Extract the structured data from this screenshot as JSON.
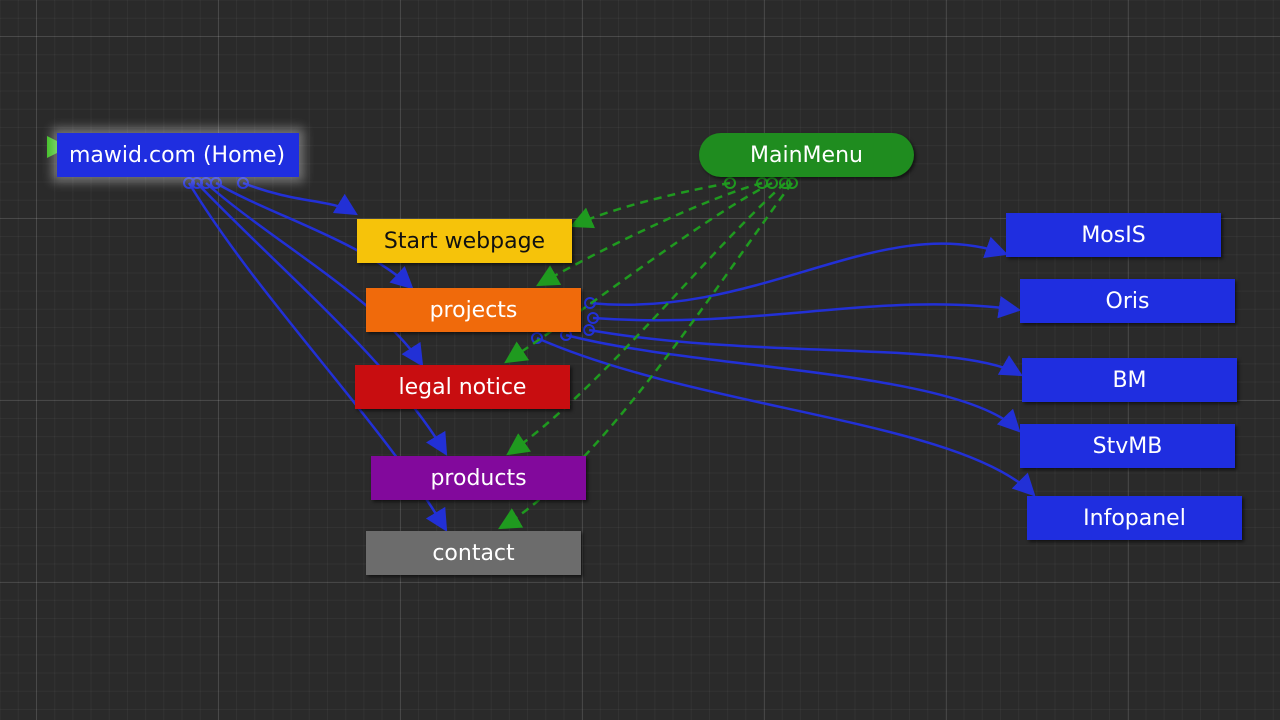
{
  "nodes": {
    "home": {
      "label": "mawid.com (Home)",
      "color": "#1f2ee0"
    },
    "mainmenu": {
      "label": "MainMenu",
      "color": "#1f8c1f"
    },
    "start": {
      "label": "Start webpage",
      "color": "#f6c30a"
    },
    "projects": {
      "label": "projects",
      "color": "#f06a0b"
    },
    "legal": {
      "label": "legal notice",
      "color": "#c80d10"
    },
    "products": {
      "label": "products",
      "color": "#82099c"
    },
    "contact": {
      "label": "contact",
      "color": "#6c6c6c"
    },
    "mosis": {
      "label": "MosIS",
      "color": "#1f2ee0"
    },
    "oris": {
      "label": "Oris",
      "color": "#1f2ee0"
    },
    "bm": {
      "label": "BM",
      "color": "#1f2ee0"
    },
    "stvmb": {
      "label": "StvMB",
      "color": "#1f2ee0"
    },
    "infopanel": {
      "label": "Infopanel",
      "color": "#1f2ee0"
    }
  },
  "edges": {
    "hierarchy": [
      [
        "home",
        "start"
      ],
      [
        "home",
        "projects"
      ],
      [
        "home",
        "legal"
      ],
      [
        "home",
        "products"
      ],
      [
        "home",
        "contact"
      ],
      [
        "projects",
        "mosis"
      ],
      [
        "projects",
        "oris"
      ],
      [
        "projects",
        "bm"
      ],
      [
        "projects",
        "stvmb"
      ],
      [
        "projects",
        "infopanel"
      ]
    ],
    "menu": [
      [
        "mainmenu",
        "start"
      ],
      [
        "mainmenu",
        "projects"
      ],
      [
        "mainmenu",
        "legal"
      ],
      [
        "mainmenu",
        "products"
      ],
      [
        "mainmenu",
        "contact"
      ]
    ]
  },
  "colors": {
    "hierarchy_edge": "#2230d6",
    "menu_edge": "#1f9a1f",
    "start_marker": "#3fbf23",
    "background": "#2a2a2a"
  }
}
